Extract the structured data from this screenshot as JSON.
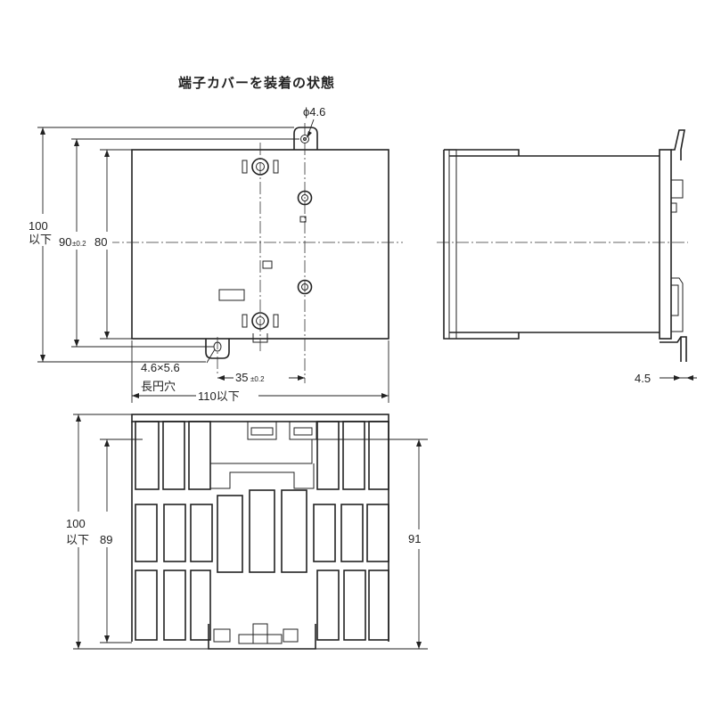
{
  "title": "端子カバーを装着の状態",
  "dimensions": {
    "hole_dia": "ϕ4.6",
    "height_total": "100",
    "height_total_sub": "以下",
    "height_90": "90",
    "height_90_tol": "±0.2",
    "height_80": "80",
    "slot": "4.6×5.6",
    "slot_name": "長円穴",
    "pitch_35": "35",
    "pitch_35_tol": "±0.2",
    "width_110": "110以下",
    "depth_4_5": "4.5",
    "bottom_height_100": "100",
    "bottom_height_100_sub": "以下",
    "bottom_89": "89",
    "bottom_91": "91"
  }
}
